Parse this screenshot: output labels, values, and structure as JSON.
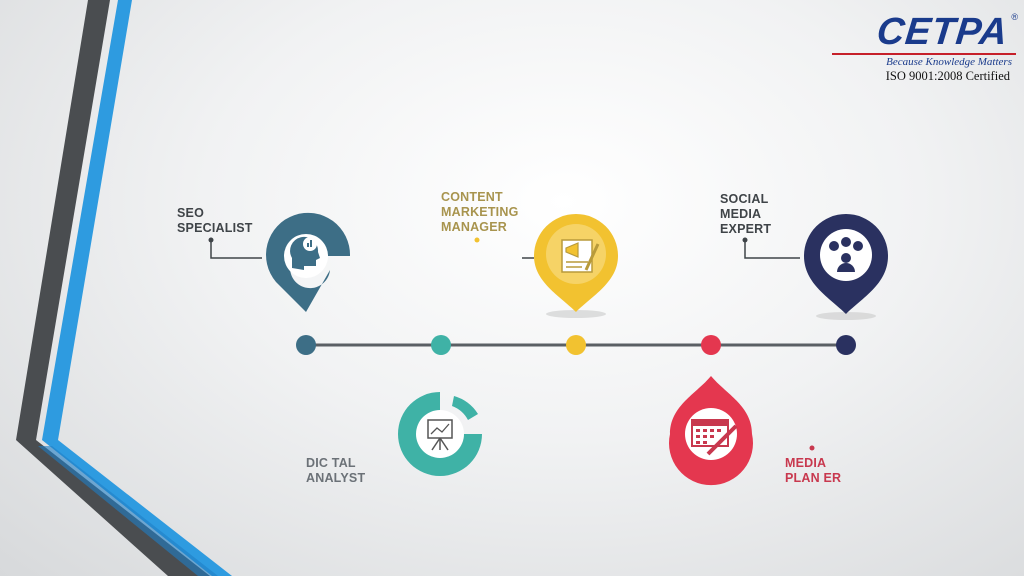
{
  "logo": {
    "brand": "CETPA",
    "registered": "®",
    "tagline": "Because Knowledge Matters",
    "certification": "ISO 9001:2008 Certified"
  },
  "roles": {
    "seo": {
      "label": "SEO\nSPECIALIST",
      "color": "#3d6e86",
      "icon": "head-chart-icon"
    },
    "content": {
      "label": "CONTENT\nMARKETING\nMANAGER",
      "color": "#f2c230",
      "icon": "megaphone-document-icon"
    },
    "social": {
      "label": "SOCIAL\nMEDIA\nEXPERT",
      "color": "#2a3160",
      "icon": "social-network-icon"
    },
    "analyst": {
      "label": "DIC TAL\nANALYST",
      "color": "#3fb2a6",
      "icon": "presentation-board-icon"
    },
    "planner": {
      "label": "MEDIA\nPLAN  ER",
      "color": "#e4374f",
      "icon": "calendar-pen-icon"
    }
  },
  "timeline": {
    "dot_colors": [
      "#3d6e86",
      "#3fb2a6",
      "#f2c230",
      "#e4374f",
      "#2a3160"
    ],
    "line_color": "#5a5f64"
  },
  "decor": {
    "stripe_dark": "#4a4d50",
    "stripe_blue": "#2e9be0"
  }
}
